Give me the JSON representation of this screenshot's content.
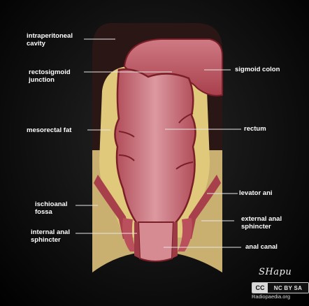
{
  "labels": {
    "intraperitoneal": "intraperitoneal\ncavity",
    "rectosigmoid": "rectosigmoid\njunction",
    "mesorectal": "mesorectal fat",
    "ischioanal": "ischioanal\nfossa",
    "internal_anal": "internal anal\nsphincter",
    "sigmoid": "sigmoid colon",
    "rectum": "rectum",
    "levator": "levator ani",
    "external_anal": "external anal\nsphincter",
    "anal_canal": "anal canal"
  },
  "credit": {
    "signature": "SHapu",
    "cc": "CC",
    "license": "NC BY SA",
    "site": "Radiopaedia.org"
  },
  "colors": {
    "tissue": "#c9b070",
    "fat": "#e1c878",
    "bowel": "#c0606a",
    "bowel_light": "#d78c94",
    "bowel_edge": "#7a1e28",
    "cavity": "#2a1414"
  }
}
